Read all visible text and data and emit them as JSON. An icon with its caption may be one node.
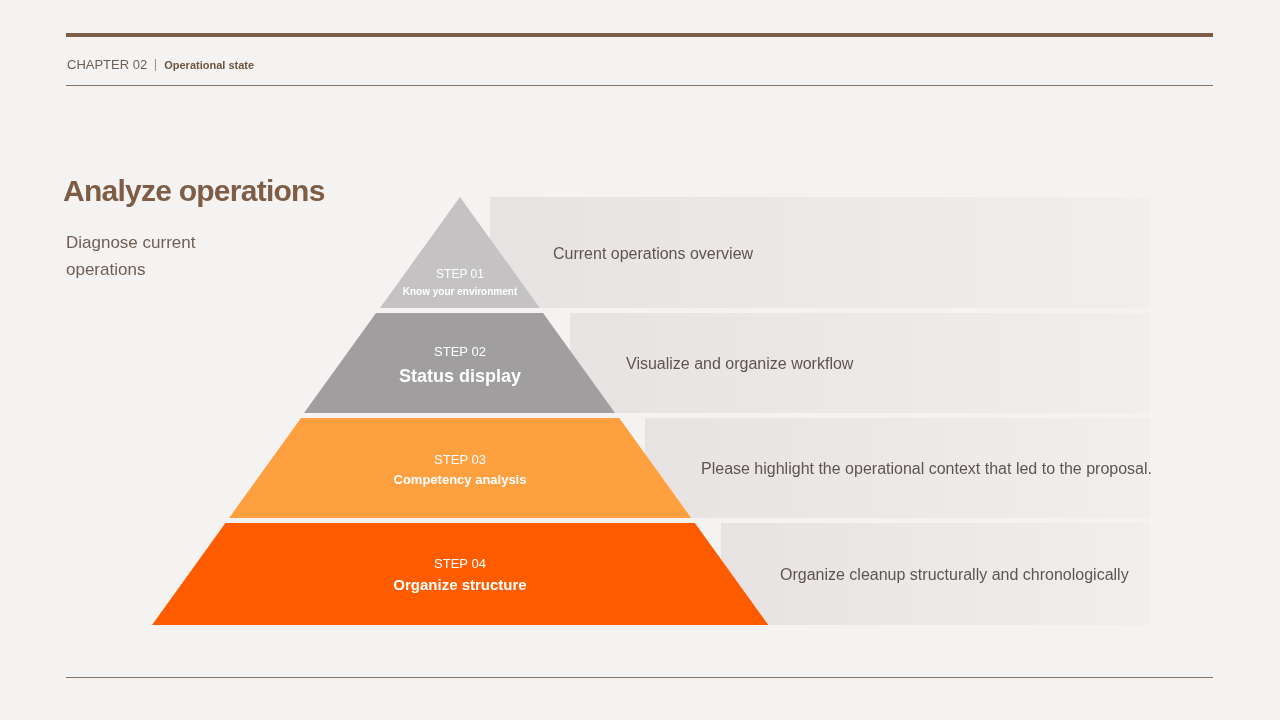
{
  "diagram": {
    "title": "Analyze operations",
    "nodes": [
      {
        "text": [
          "STEP 01",
          "Know your environment"
        ],
        "beside": [
          "Current operations overview"
        ]
      },
      {
        "text": [
          "STEP 02",
          "Status display"
        ],
        "beside": [
          "Visualize and organize workflow"
        ]
      },
      {
        "text": [
          "STEP 03",
          "Competency analysis"
        ],
        "beside": [
          "Please highlight the operational context that led to the proposal."
        ]
      },
      {
        "text": [
          "STEP 04",
          "Organize structure"
        ],
        "beside": [
          "Organize cleanup structurally and chronologically"
        ]
      }
    ],
    "labels": [
      "CHAPTER 02",
      "Operational state",
      "Diagnose current operations"
    ]
  }
}
